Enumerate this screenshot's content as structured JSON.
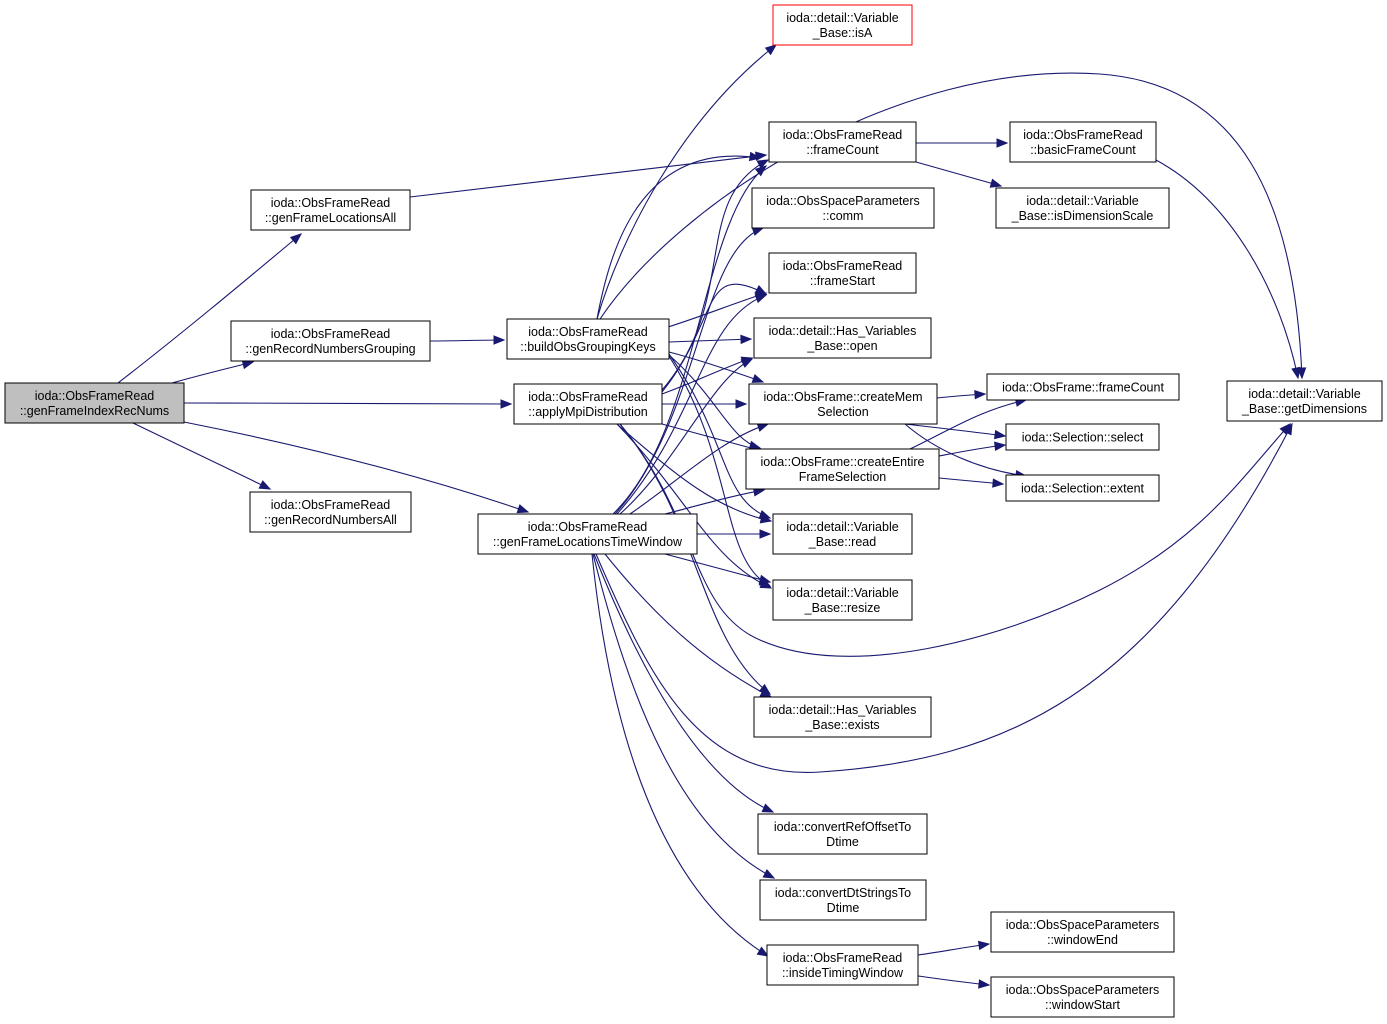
{
  "colors": {
    "edge": "#191970",
    "root_fill": "#bfbfbf",
    "highlight_border": "#ff0000",
    "node_border": "#000000",
    "node_fill": "#ffffff"
  },
  "nodes": {
    "genFrameIndexRecNums": [
      "ioda::ObsFrameRead",
      "::genFrameIndexRecNums"
    ],
    "genFrameLocationsAll": [
      "ioda::ObsFrameRead",
      "::genFrameLocationsAll"
    ],
    "genRecordNumbersGrouping": [
      "ioda::ObsFrameRead",
      "::genRecordNumbersGrouping"
    ],
    "genRecordNumbersAll": [
      "ioda::ObsFrameRead",
      "::genRecordNumbersAll"
    ],
    "buildObsGroupingKeys": [
      "ioda::ObsFrameRead",
      "::buildObsGroupingKeys"
    ],
    "applyMpiDistribution": [
      "ioda::ObsFrameRead",
      "::applyMpiDistribution"
    ],
    "genFrameLocationsTimeWindow": [
      "ioda::ObsFrameRead",
      "::genFrameLocationsTimeWindow"
    ],
    "isA": [
      "ioda::detail::Variable",
      "_Base::isA"
    ],
    "frameCount": [
      "ioda::ObsFrameRead",
      "::frameCount"
    ],
    "comm": [
      "ioda::ObsSpaceParameters",
      "::comm"
    ],
    "frameStart": [
      "ioda::ObsFrameRead",
      "::frameStart"
    ],
    "open": [
      "ioda::detail::Has_Variables",
      "_Base::open"
    ],
    "createMemSelection": [
      "ioda::ObsFrame::createMem",
      "Selection"
    ],
    "createEntireFrameSelection": [
      "ioda::ObsFrame::createEntire",
      "FrameSelection"
    ],
    "read": [
      "ioda::detail::Variable",
      "_Base::read"
    ],
    "resize": [
      "ioda::detail::Variable",
      "_Base::resize"
    ],
    "exists": [
      "ioda::detail::Has_Variables",
      "_Base::exists"
    ],
    "convertRefOffsetToDtime": [
      "ioda::convertRefOffsetTo",
      "Dtime"
    ],
    "convertDtStringsToDtime": [
      "ioda::convertDtStringsTo",
      "Dtime"
    ],
    "insideTimingWindow": [
      "ioda::ObsFrameRead",
      "::insideTimingWindow"
    ],
    "basicFrameCount": [
      "ioda::ObsFrameRead",
      "::basicFrameCount"
    ],
    "isDimensionScale": [
      "ioda::detail::Variable",
      "_Base::isDimensionScale"
    ],
    "obsFrameFrameCount": [
      "ioda::ObsFrame::frameCount"
    ],
    "select": [
      "ioda::Selection::select"
    ],
    "extent": [
      "ioda::Selection::extent"
    ],
    "getDimensions": [
      "ioda::detail::Variable",
      "_Base::getDimensions"
    ],
    "windowEnd": [
      "ioda::ObsSpaceParameters",
      "::windowEnd"
    ],
    "windowStart": [
      "ioda::ObsSpaceParameters",
      "::windowStart"
    ]
  }
}
